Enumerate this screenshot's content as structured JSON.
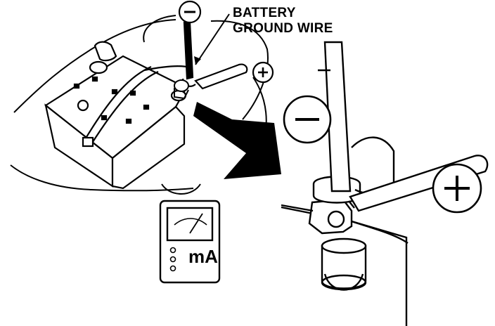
{
  "callout": {
    "line1": "BATTERY",
    "line2": "GROUND WIRE"
  },
  "meter": {
    "unit": "mA"
  },
  "symbols": {
    "negative": "−",
    "positive": "+"
  }
}
